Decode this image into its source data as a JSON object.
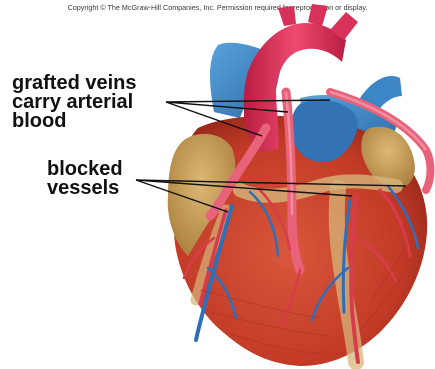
{
  "copyright": "Copyright © The McGraw-Hill Companies, Inc. Permission required for reproduction or display.",
  "labels": {
    "grafted": [
      "grafted veins",
      "carry arterial",
      "blood"
    ],
    "blocked": [
      "blocked",
      "vessels"
    ]
  },
  "colors": {
    "heart_muscle": "#c8432d",
    "heart_shadow": "#8e2418",
    "aorta": "#e0325a",
    "vena_cava": "#3d86c6",
    "fat": "#c9a15a",
    "graft": "#e8627a",
    "artery": "#d83c4c",
    "vein": "#2f6fb8"
  },
  "icons": [
    "heart-illustration",
    "leader-line"
  ]
}
